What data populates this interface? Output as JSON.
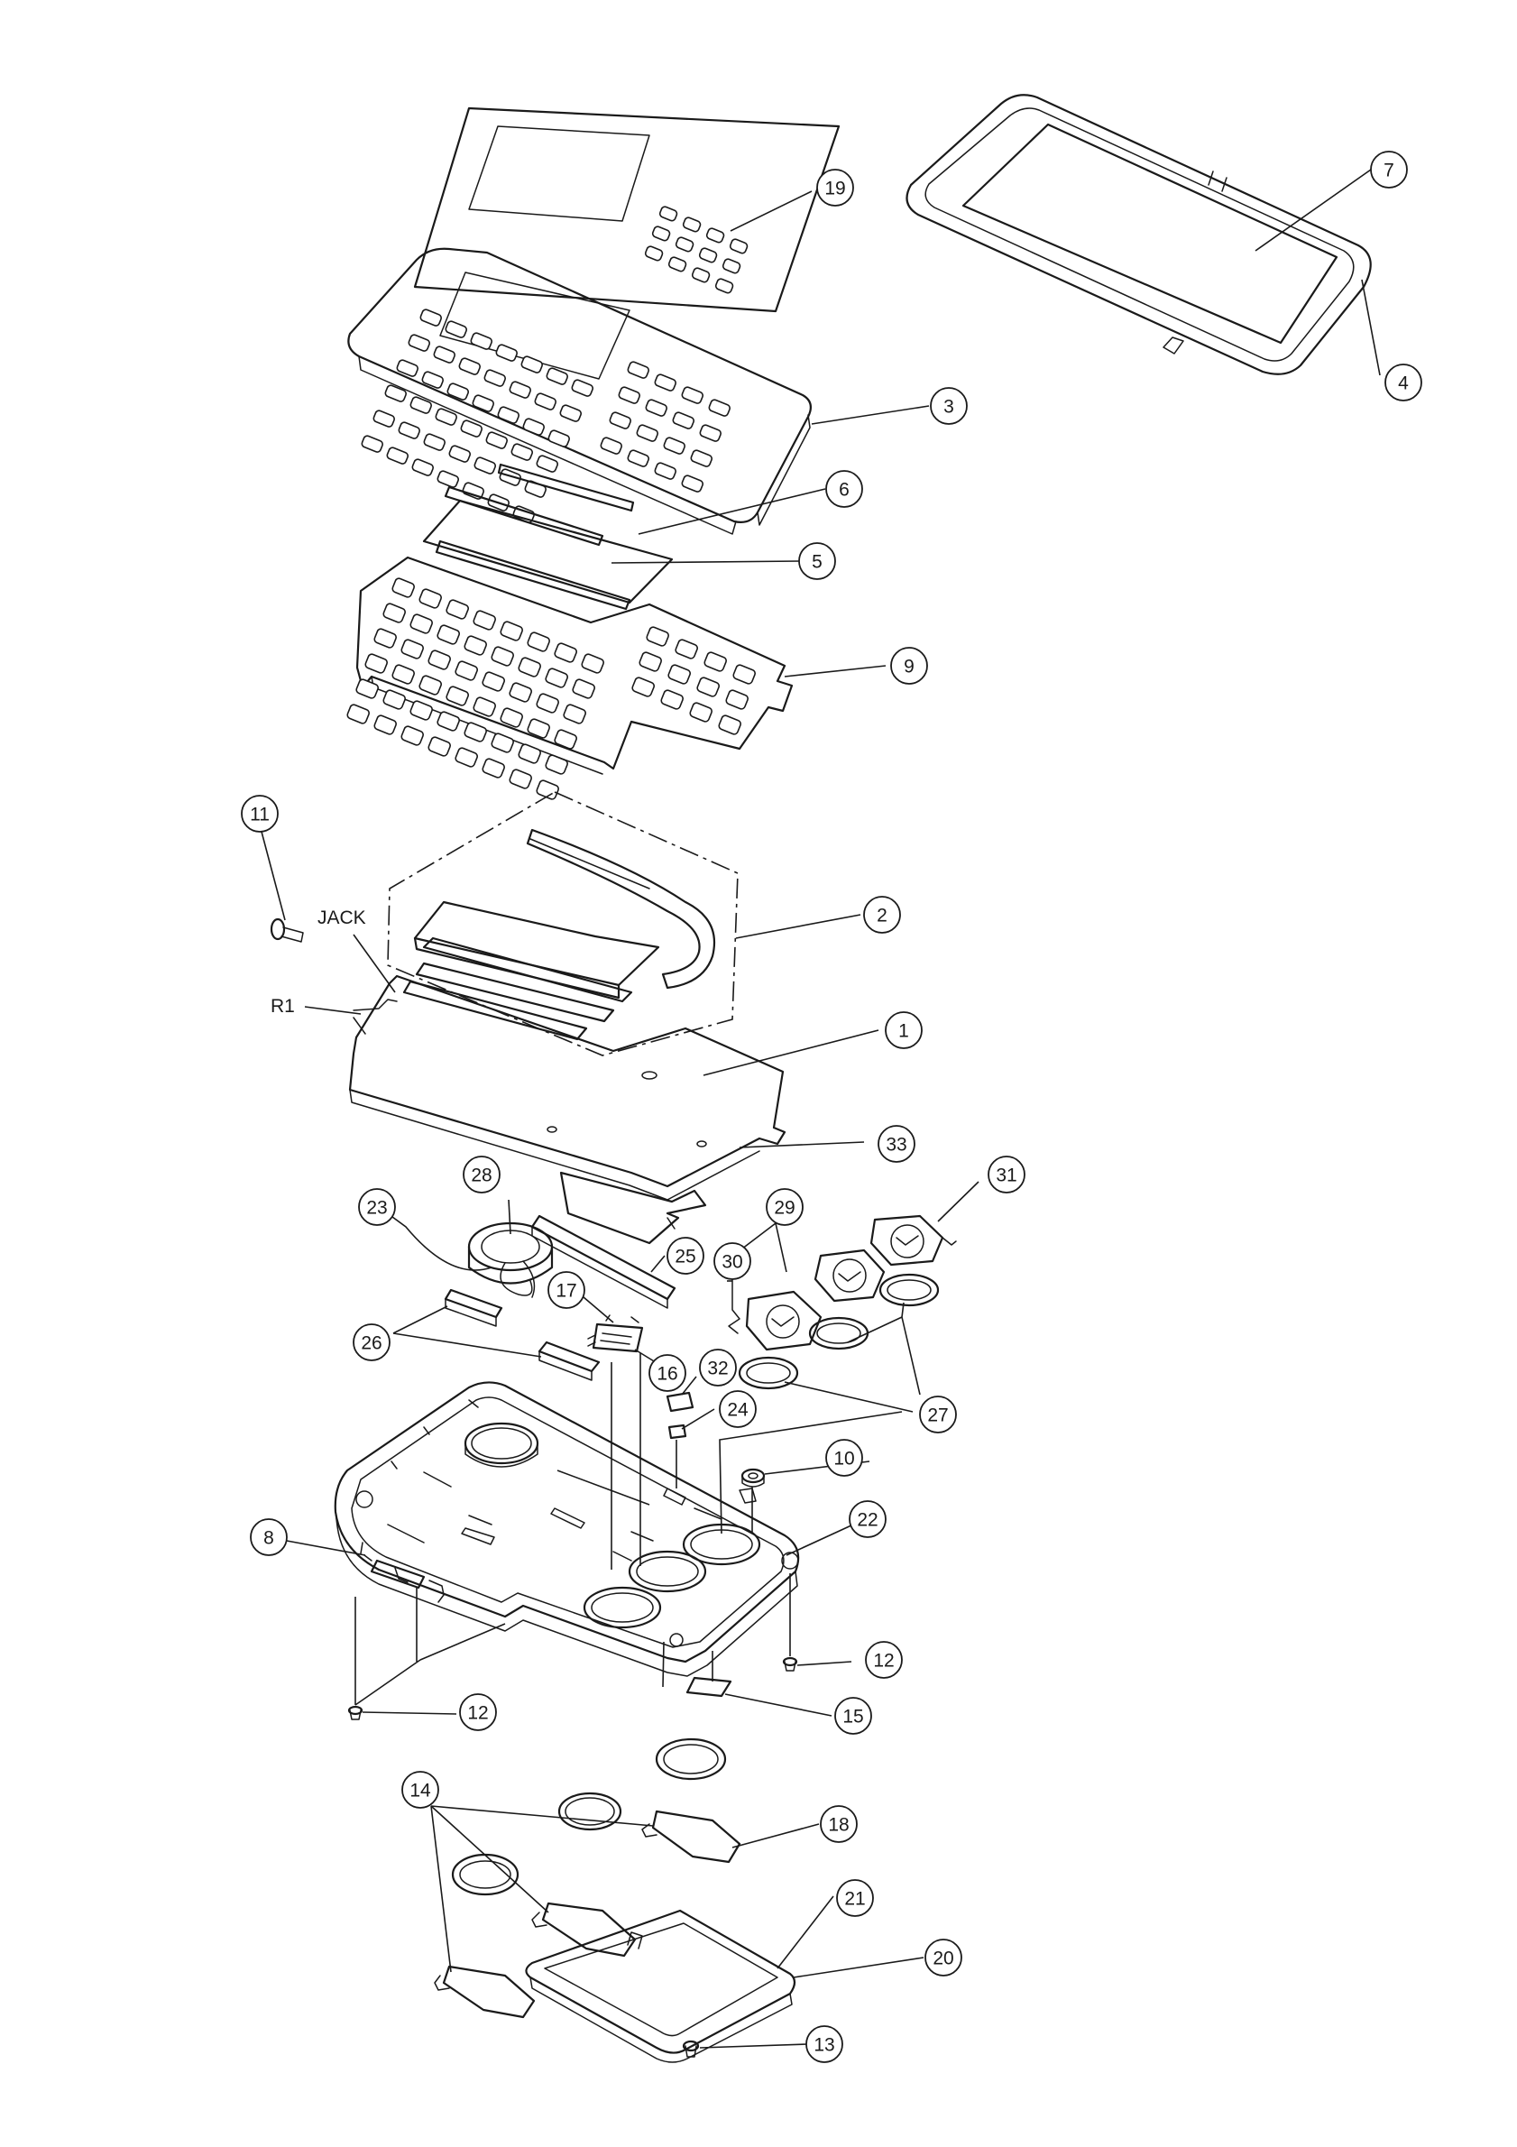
{
  "callouts": {
    "c1": "1",
    "c2": "2",
    "c3": "3",
    "c4": "4",
    "c5": "5",
    "c6": "6",
    "c7": "7",
    "c8": "8",
    "c9": "9",
    "c10": "10",
    "c11": "11",
    "c12a": "12",
    "c12b": "12",
    "c13": "13",
    "c14": "14",
    "c15": "15",
    "c16": "16",
    "c17": "17",
    "c18": "18",
    "c19": "19",
    "c20": "20",
    "c21": "21",
    "c22": "22",
    "c23": "23",
    "c24": "24",
    "c25": "25",
    "c26": "26",
    "c27": "27",
    "c28": "28",
    "c29": "29",
    "c30": "30",
    "c31": "31",
    "c32": "32",
    "c33": "33"
  },
  "labels": {
    "jack": "JACK",
    "r1": "R1"
  }
}
